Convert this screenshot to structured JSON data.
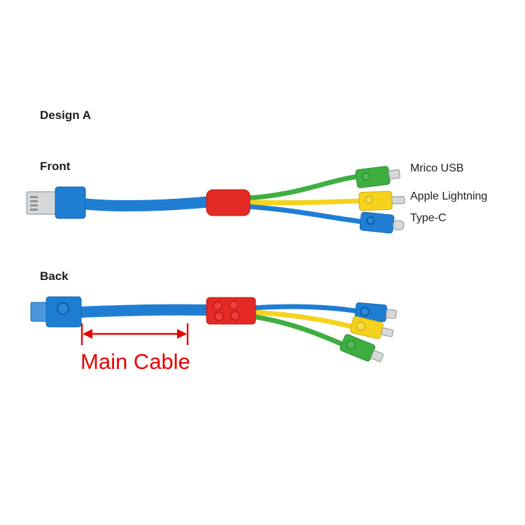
{
  "title": "Design A",
  "views": {
    "front_label": "Front",
    "back_label": "Back"
  },
  "connector_labels": {
    "micro_usb": "Mrico USB",
    "lightning": "Apple Lightning",
    "type_c": "Type-C"
  },
  "annotation": {
    "main_cable": "Main Cable"
  },
  "colors": {
    "cable_blue": "#1f7ed2",
    "brick_red": "#e32a24",
    "connector_green": "#3fae41",
    "connector_yellow": "#f5d31d",
    "metal_silver": "#d6d8da",
    "annotation_red": "#e80000",
    "text_color": "#1d1d1d"
  }
}
